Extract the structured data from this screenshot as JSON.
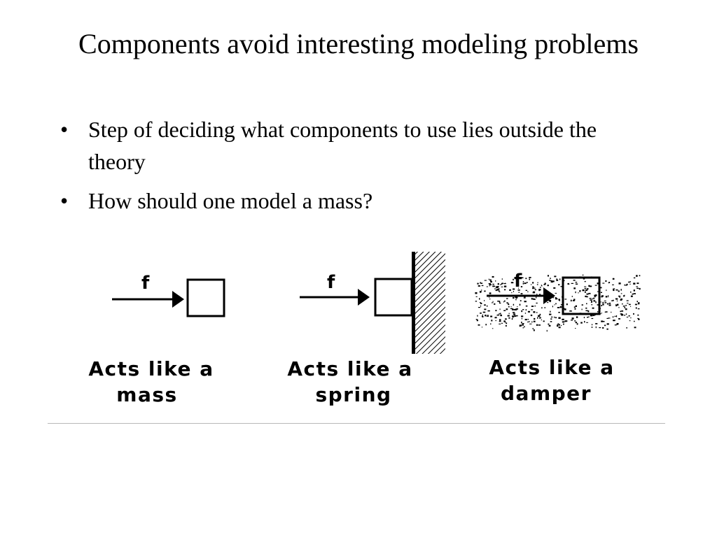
{
  "slide": {
    "title": "Components avoid interesting modeling problems",
    "bullets": [
      "Step of deciding what components to use lies outside the theory",
      "How should one model a mass?"
    ],
    "bullet_symbol": "•",
    "figure": {
      "force_label": "f",
      "panels": [
        {
          "caption_line1": "Acts like a",
          "caption_line2": "mass"
        },
        {
          "caption_line1": "Acts like a",
          "caption_line2": "spring"
        },
        {
          "caption_line1": "Acts like a",
          "caption_line2": "damper"
        }
      ]
    }
  }
}
